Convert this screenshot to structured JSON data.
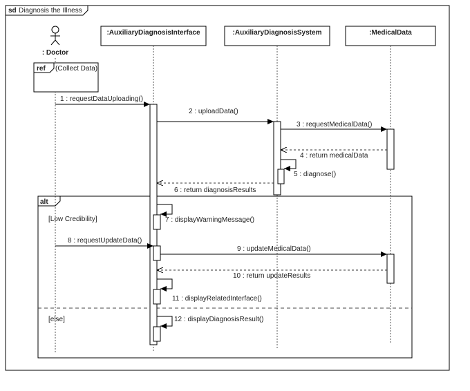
{
  "frame": {
    "keyword": "sd",
    "title": "Diagnosis the Illness"
  },
  "actor": {
    "name": ": Doctor"
  },
  "participants": [
    ":AuxiliaryDiagnosisInterface",
    ":AuxiliaryDiagnosisSystem",
    ":MedicalData"
  ],
  "ref": {
    "keyword": "ref",
    "label": "(Collect Data)"
  },
  "alt": {
    "keyword": "alt",
    "guard_1": "[Low Credibility]",
    "guard_2": "[else]"
  },
  "messages": {
    "m1": "1 : requestDataUploading()",
    "m2": "2 : uploadData()",
    "m3": "3 : requestMedicalData()",
    "m4": "4 : return medicalData",
    "m5": "5 : diagnose()",
    "m6": "6 : return diagnosisResults",
    "m7": "7 : displayWarningMessage()",
    "m8": "8 : requestUpdateData()",
    "m9": "9 : updateMedicalData()",
    "m10": "10 : return updateResults",
    "m11": "11 : displayRelatedInterface()",
    "m12": "12 : displayDiagnosisResult()"
  }
}
